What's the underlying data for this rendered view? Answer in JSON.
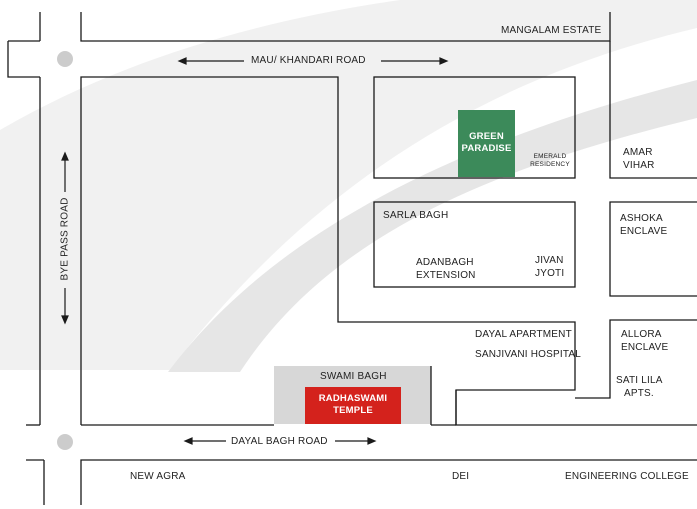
{
  "colors": {
    "road_line": "#1a1a1a",
    "swoosh": "#ececec",
    "highlight_block": "#d7d7d7",
    "green_paradise": "#3c8a5a",
    "radhaswami_temple": "#d4221c",
    "junction_dot": "#cccccc"
  },
  "roads": {
    "mau_khandari": "MAU/ KHANDARI ROAD",
    "bye_pass": "BYE PASS ROAD",
    "dayal_bagh": "DAYAL BAGH ROAD"
  },
  "places": {
    "mangalam_estate": "MANGALAM ESTATE",
    "green_paradise": [
      "GREEN",
      "PARADISE"
    ],
    "emerald_residency": [
      "EMERALD",
      "RESIDENCY"
    ],
    "amar_vihar": [
      "AMAR",
      "VIHAR"
    ],
    "sarla_bagh": "SARLA BAGH",
    "adanbagh_extension": [
      "ADANBAGH",
      "EXTENSION"
    ],
    "jivan_jyoti": [
      "JIVAN",
      "JYOTI"
    ],
    "ashoka_enclave": [
      "ASHOKA",
      "ENCLAVE"
    ],
    "dayal_apartment": "DAYAL APARTMENT",
    "sanjivani_hospital": "SANJIVANI HOSPITAL",
    "allora_enclave": [
      "ALLORA",
      "ENCLAVE"
    ],
    "sati_lila_apts": [
      "SATI LILA",
      "APTS."
    ],
    "swami_bagh": "SWAMI BAGH",
    "radhaswami_temple": [
      "RADHASWAMI",
      "TEMPLE"
    ],
    "new_agra": "NEW AGRA",
    "dei": "DEI",
    "engineering_college": "ENGINEERING COLLEGE"
  }
}
